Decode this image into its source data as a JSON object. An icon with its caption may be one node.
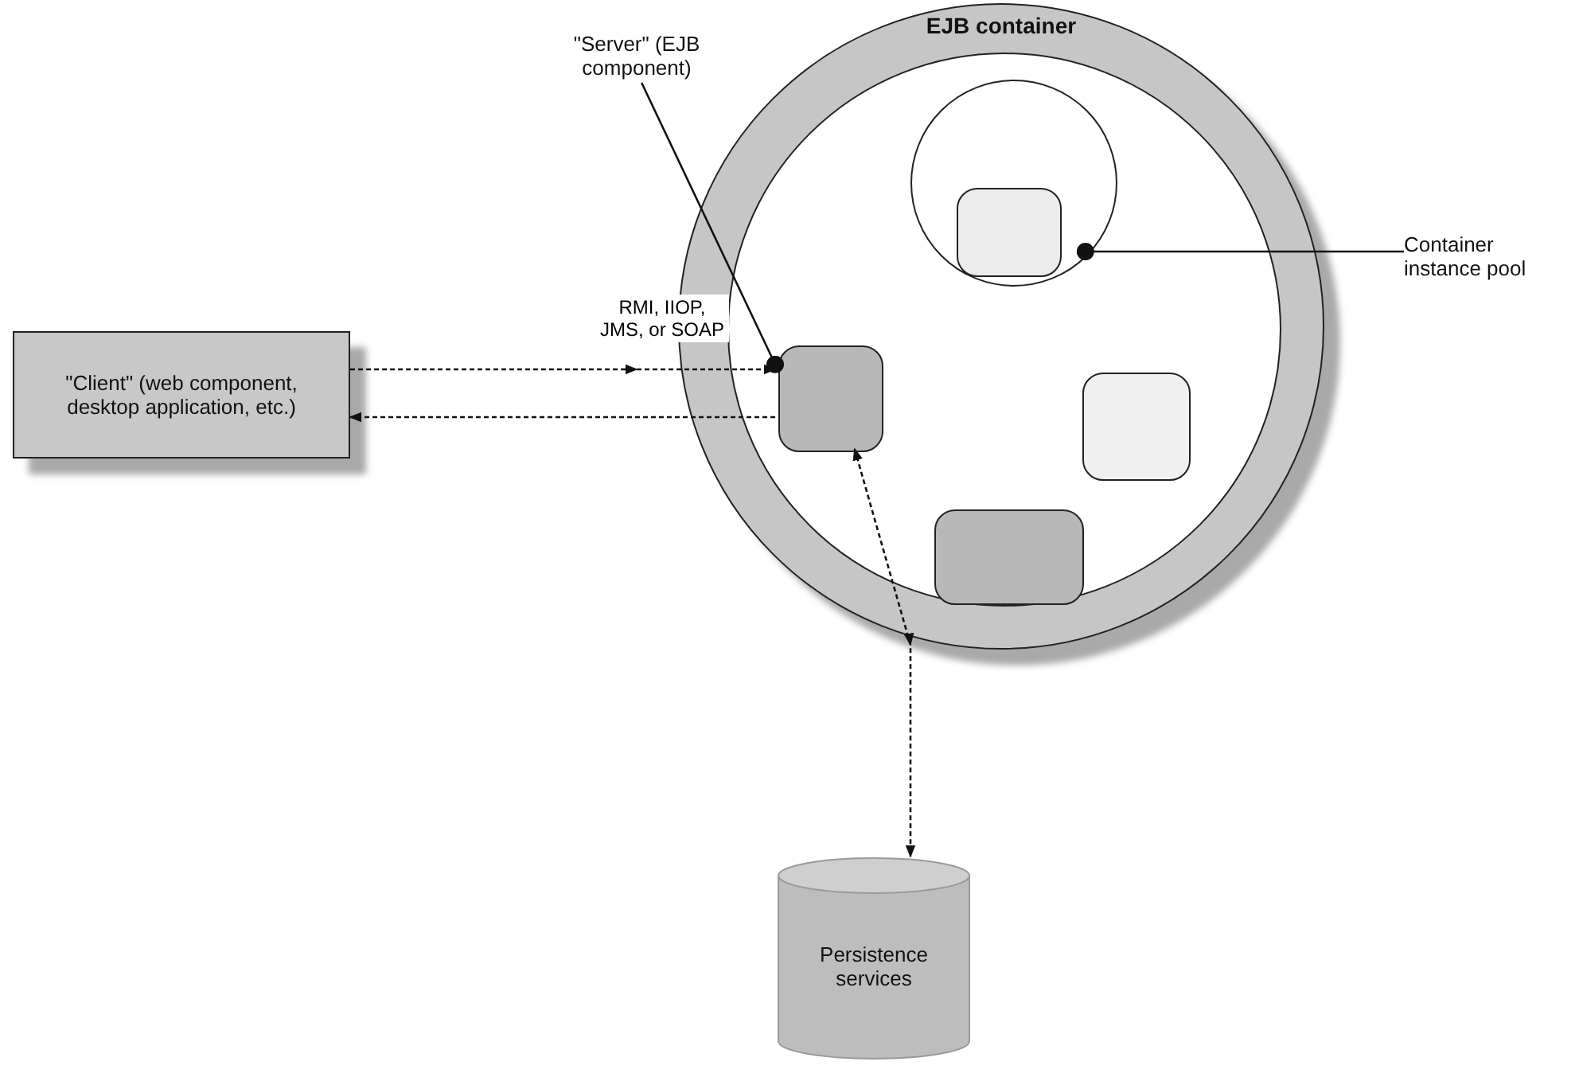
{
  "diagram": {
    "nodes": [
      {
        "text": [
          "EJB container"
        ]
      },
      {
        "text": [],
        "shape": "circle",
        "in": 0
      },
      {
        "text": [],
        "shape": "circle",
        "in": 1
      },
      {
        "text": [],
        "shape": "box",
        "in": 2
      },
      {
        "text": [],
        "shape": "box",
        "in": 1
      },
      {
        "text": [],
        "shape": "box",
        "in": 1
      },
      {
        "text": [],
        "shape": "box",
        "in": 1
      },
      {
        "text": [
          "\"Client\" (web component, desktop application, etc.)"
        ]
      },
      {
        "text": [
          "Persistence services"
        ]
      },
      {
        "text": [
          "\"Server\" (EJB component)"
        ]
      },
      {
        "text": [
          "Container instance pool"
        ]
      }
    ],
    "edges": [
      {
        "from": 7,
        "to": 4,
        "arrow": "to",
        "style": "dashed",
        "label": "RMI, IIOP, JMS, or SOAP"
      },
      {
        "from": 4,
        "to": 7,
        "arrow": "to",
        "style": "dashed"
      },
      {
        "from": 4,
        "to": 8,
        "arrow": "both",
        "style": "dashed"
      },
      {
        "from": 9,
        "to": 4,
        "arrow": "other"
      },
      {
        "from": 10,
        "to": 2,
        "arrow": "other"
      }
    ]
  }
}
